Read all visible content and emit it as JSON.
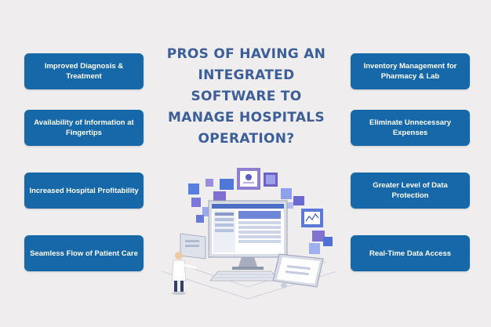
{
  "title_lines": [
    "PROS OF HAVING AN",
    "INTEGRATED",
    "SOFTWARE TO",
    "MANAGE HOSPITALS",
    "OPERATION?"
  ],
  "left_items": [
    "Improved Diagnosis & Treatment",
    "Availability of Information at Fingertips",
    "Increased Hospital Profitability",
    "Seamless Flow of Patient Care"
  ],
  "right_items": [
    "Inventory Management for Pharmacy & Lab",
    "Eliminate Unnecessary Expenses",
    "Greater Level of Data Protection",
    "Real-Time Data Access"
  ],
  "colors": {
    "background": "#efedee",
    "title": "#3c5f9a",
    "pill": "#1668a8",
    "pill_text": "#ffffff"
  }
}
